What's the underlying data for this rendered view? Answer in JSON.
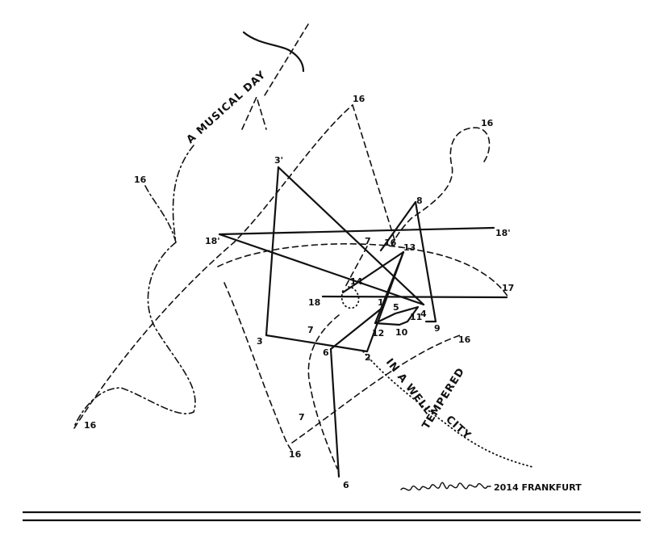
{
  "texts": {
    "a_musical_day": "A MUSICAL DAY",
    "in_a_well": "IN A WELL",
    "tempered": "TEMPERED",
    "city": "CITY",
    "signature_place": "2014 FRANKFURT"
  },
  "labels": {
    "l_3prime": "3'",
    "l_16_topcenter": "16",
    "l_16_topright": "16",
    "l_16_left": "16",
    "l_8": "8",
    "l_18prime_left": "18'",
    "l_18prime_right": "18'",
    "l_7_center": "7",
    "l_16_center": "16",
    "l_13": "13",
    "l_17": "17",
    "l_14": "14",
    "l_18": "18",
    "l_1": "1",
    "l_5": "5",
    "l_11": "11",
    "l_4": "4",
    "l_10": "10",
    "l_12": "12",
    "l_9": "9",
    "l_3": "3",
    "l_7_left": "7",
    "l_6_mid": "6",
    "l_2": "2",
    "l_16_right": "16",
    "l_16_bottomleft": "16",
    "l_7_lower": "7",
    "l_16_bottom": "16",
    "l_6_bottom": "6"
  }
}
